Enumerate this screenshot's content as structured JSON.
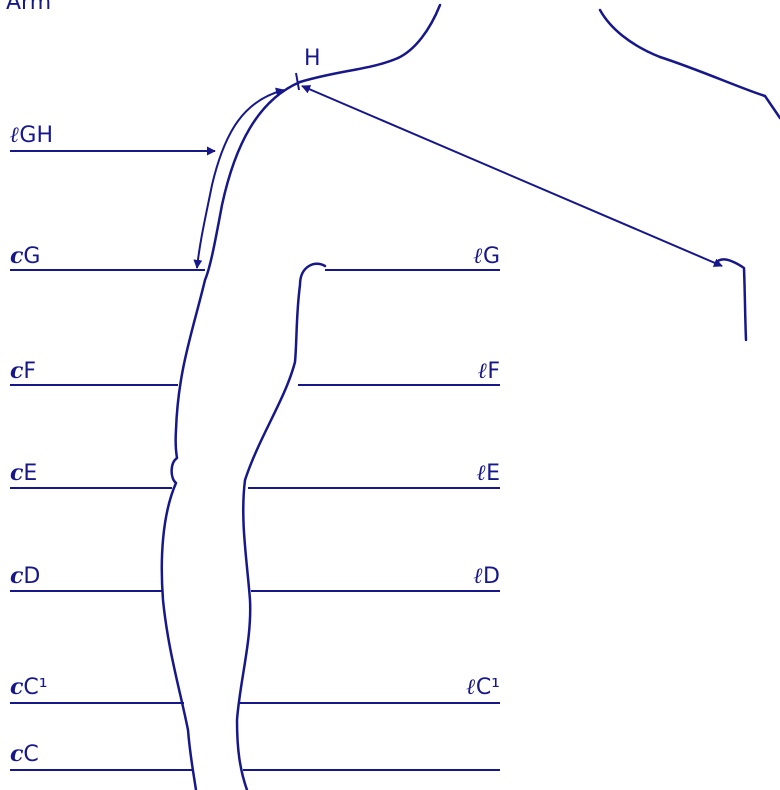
{
  "title": "Arm",
  "colors": {
    "ink": "#16188a"
  },
  "point_label": "H",
  "levels": [
    {
      "key": "GH",
      "left_prefix": "ℓ",
      "left_text": "GH",
      "right_prefix": "",
      "right_text": ""
    },
    {
      "key": "G",
      "left_prefix": "c",
      "left_text": "G",
      "right_prefix": "ℓ",
      "right_text": "G"
    },
    {
      "key": "F",
      "left_prefix": "c",
      "left_text": "F",
      "right_prefix": "ℓ",
      "right_text": "F"
    },
    {
      "key": "E",
      "left_prefix": "c",
      "left_text": "E",
      "right_prefix": "ℓ",
      "right_text": "E"
    },
    {
      "key": "D",
      "left_prefix": "c",
      "left_text": "D",
      "right_prefix": "ℓ",
      "right_text": "D"
    },
    {
      "key": "C1",
      "left_prefix": "c",
      "left_text": "C¹",
      "right_prefix": "ℓ",
      "right_text": "C¹"
    },
    {
      "key": "C",
      "left_prefix": "c",
      "left_text": "C",
      "right_prefix": "",
      "right_text": ""
    }
  ]
}
